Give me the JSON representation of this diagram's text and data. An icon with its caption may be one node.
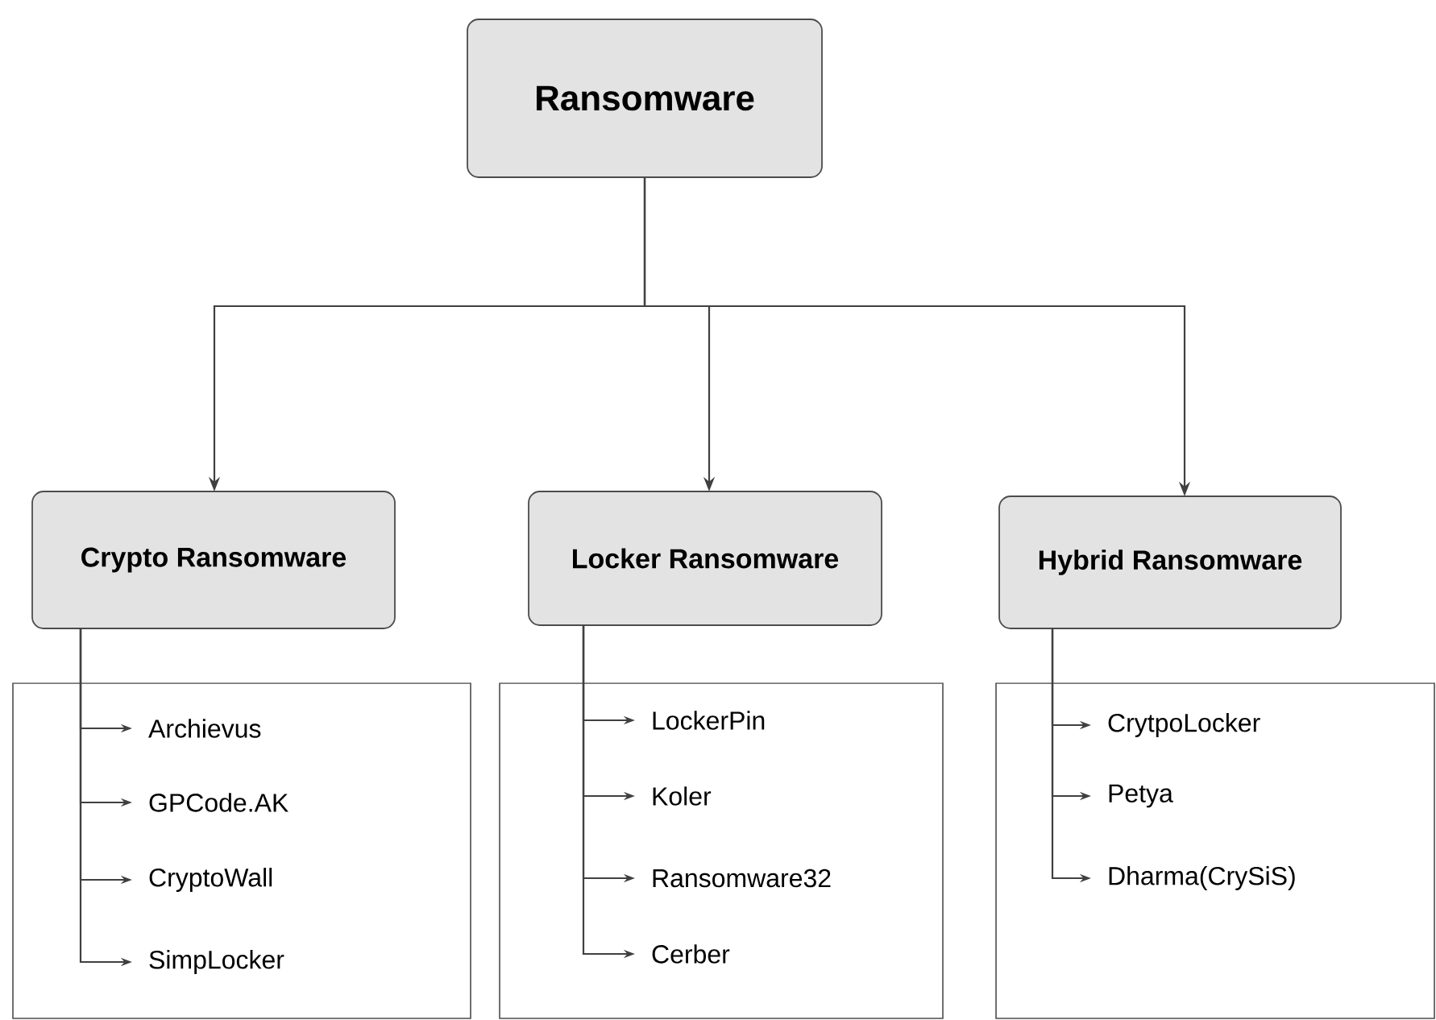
{
  "diagram": {
    "nodes": [
      {
        "text": [
          "Ransomware"
        ]
      },
      {
        "text": [
          "Crypto Ransomware"
        ]
      },
      {
        "text": [
          "Locker Ransomware"
        ]
      },
      {
        "text": [
          "Hybrid Ransomware"
        ]
      },
      {
        "text": [],
        "shape": "box"
      },
      {
        "text": [
          "Archievus"
        ],
        "in": 4
      },
      {
        "text": [
          "GPCode.AK"
        ],
        "in": 4
      },
      {
        "text": [
          "CryptoWall"
        ],
        "in": 4
      },
      {
        "text": [
          "SimpLocker"
        ],
        "in": 4
      },
      {
        "text": [],
        "shape": "box"
      },
      {
        "text": [
          "LockerPin"
        ],
        "in": 9
      },
      {
        "text": [
          "Koler"
        ],
        "in": 9
      },
      {
        "text": [
          "Ransomware32"
        ],
        "in": 9
      },
      {
        "text": [
          "Cerber"
        ],
        "in": 9
      },
      {
        "text": [],
        "shape": "box"
      },
      {
        "text": [
          "CrytpoLocker"
        ],
        "in": 14
      },
      {
        "text": [
          "Petya"
        ],
        "in": 14
      },
      {
        "text": [
          "Dharma(CrySiS)"
        ],
        "in": 14
      }
    ],
    "edges": [
      {
        "from": 0,
        "to": 1,
        "arrow": "to"
      },
      {
        "from": 0,
        "to": 2,
        "arrow": "to"
      },
      {
        "from": 0,
        "to": 3,
        "arrow": "to"
      },
      {
        "from": 1,
        "to": 5,
        "arrow": "to"
      },
      {
        "from": 1,
        "to": 6,
        "arrow": "to"
      },
      {
        "from": 1,
        "to": 7,
        "arrow": "to"
      },
      {
        "from": 1,
        "to": 8,
        "arrow": "to"
      },
      {
        "from": 2,
        "to": 10,
        "arrow": "to"
      },
      {
        "from": 2,
        "to": 11,
        "arrow": "to"
      },
      {
        "from": 2,
        "to": 12,
        "arrow": "to"
      },
      {
        "from": 2,
        "to": 13,
        "arrow": "to"
      },
      {
        "from": 3,
        "to": 15,
        "arrow": "to"
      },
      {
        "from": 3,
        "to": 16,
        "arrow": "to"
      },
      {
        "from": 3,
        "to": 17,
        "arrow": "to"
      }
    ]
  }
}
